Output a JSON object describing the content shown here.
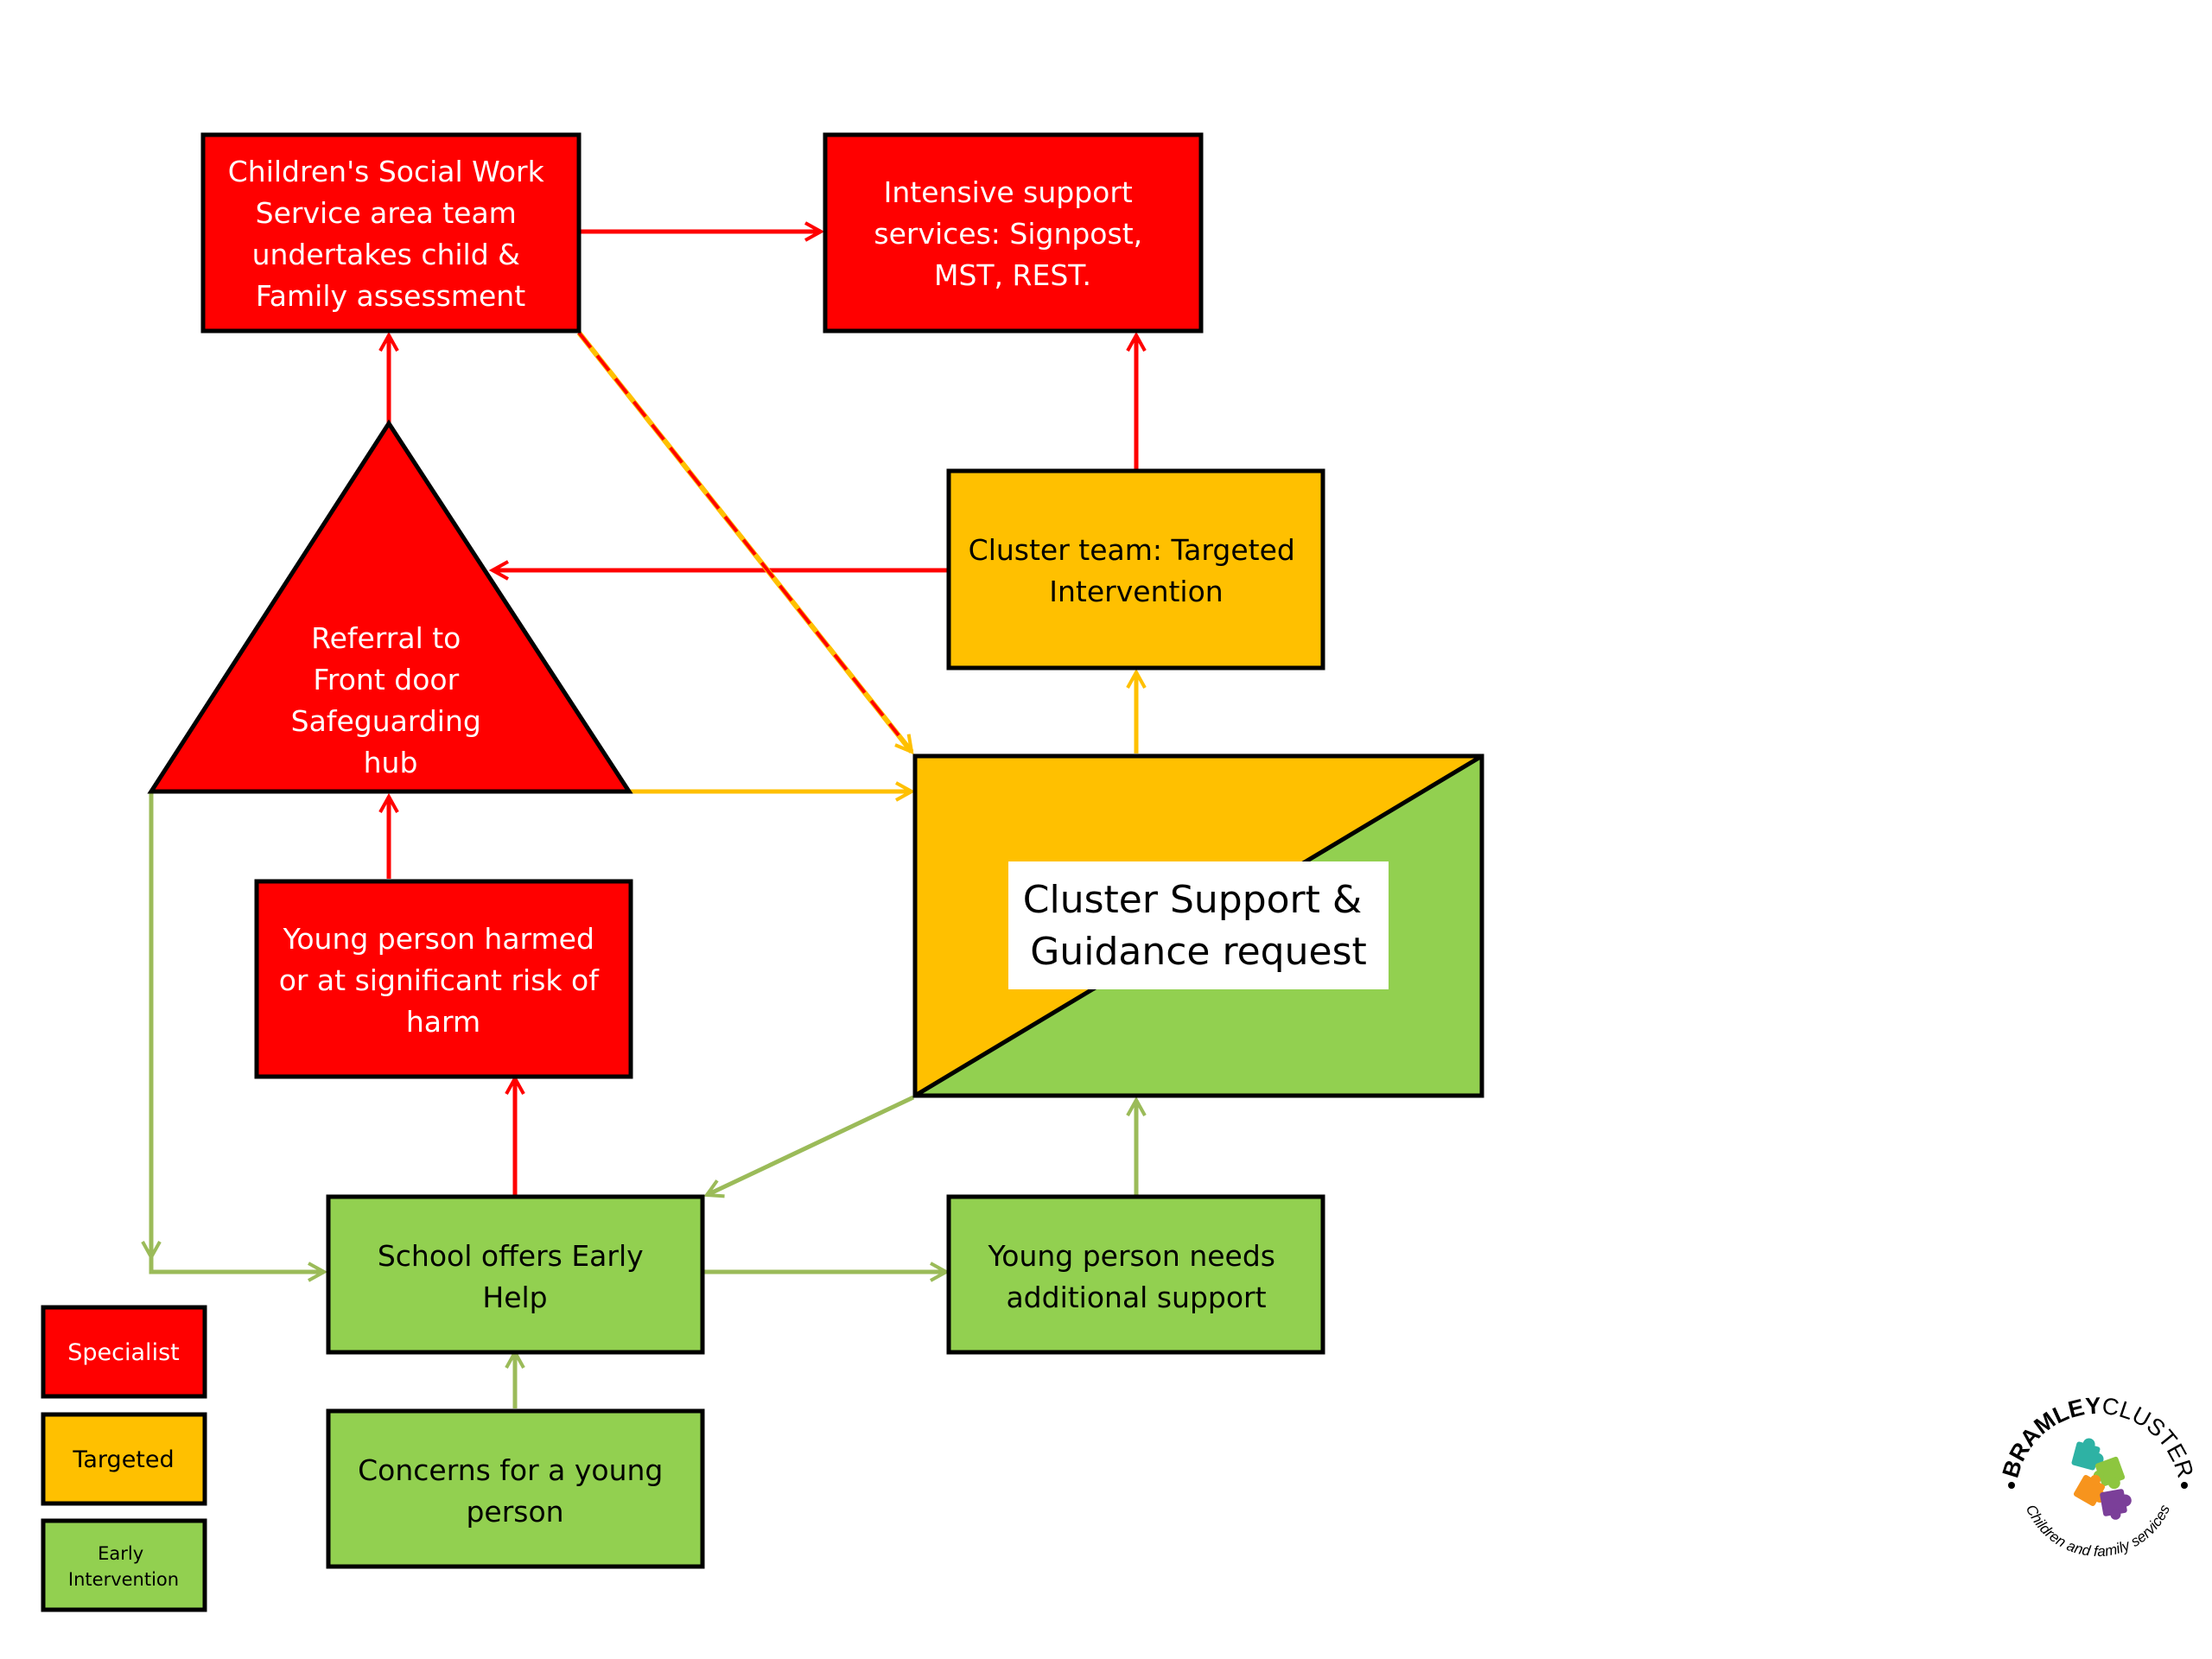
{
  "colors": {
    "specialist": "#FF0000",
    "targeted": "#FFC000",
    "early_intervention": "#92D050",
    "arrow_red": "#FF0000",
    "arrow_yellow": "#FFC000",
    "arrow_green": "#9BBB59",
    "border": "#000000",
    "text_light": "#FFFFFF",
    "text_dark": "#000000"
  },
  "nodes": {
    "csw": {
      "lines": [
        "Children's Social Work",
        "Service area team",
        "undertakes child &",
        "Family assessment"
      ]
    },
    "intensive": {
      "lines": [
        "Intensive support",
        "services: Signpost,",
        "MST, REST."
      ]
    },
    "referral": {
      "lines": [
        "Referral to",
        "Front door",
        "Safeguarding",
        "hub"
      ]
    },
    "cluster_team": {
      "lines": [
        "Cluster team: Targeted",
        "Intervention"
      ]
    },
    "cluster_support": {
      "lines": [
        "Cluster Support &",
        "Guidance request"
      ]
    },
    "harmed": {
      "lines": [
        "Young person harmed",
        "or at significant risk of",
        "harm"
      ]
    },
    "school": {
      "lines": [
        "School offers Early",
        "Help"
      ]
    },
    "needs": {
      "lines": [
        "Young person needs",
        "additional support"
      ]
    },
    "concerns": {
      "lines": [
        "Concerns for a young",
        "person"
      ]
    }
  },
  "legend": {
    "specialist": "Specialist",
    "targeted": "Targeted",
    "early_intervention_lines": [
      "Early",
      "Intervention"
    ]
  },
  "logo": {
    "name_bold": "BRAMLEY",
    "name_light": "CLUSTER",
    "tagline": "Children and family services",
    "piece_colors": [
      "#2EB2A4",
      "#8DC63F",
      "#F7941D",
      "#7B3F99"
    ]
  }
}
